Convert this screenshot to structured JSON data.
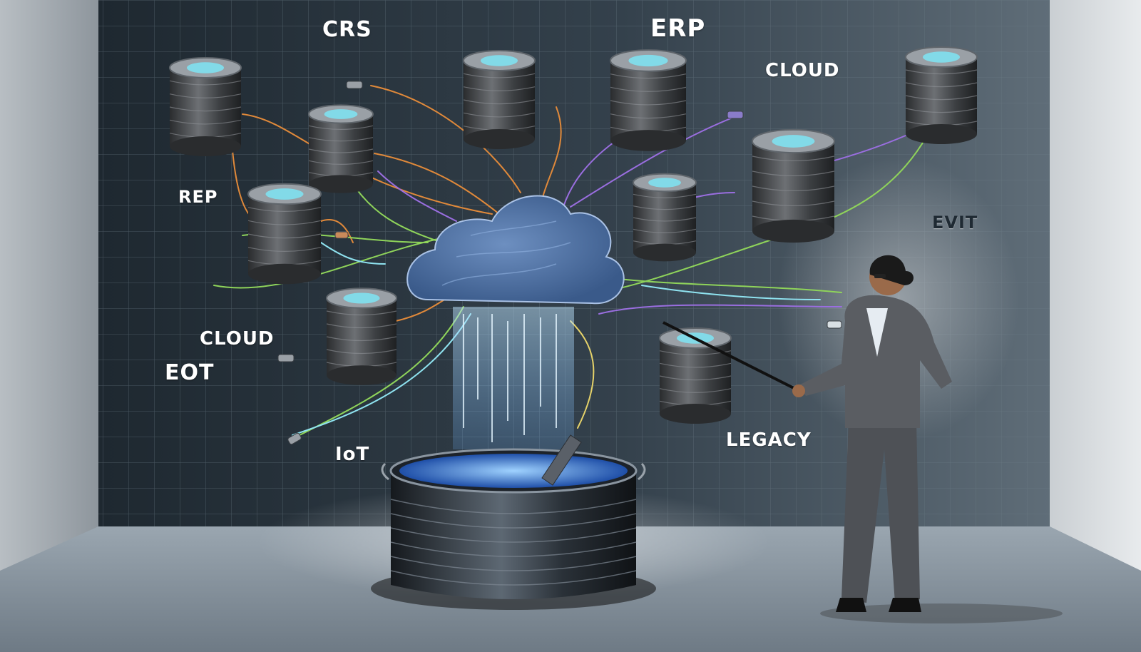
{
  "labels": {
    "crs": "CRS",
    "erp": "ERP",
    "cloud_top": "CLOUD",
    "rep": "REP",
    "evit": "EVIT",
    "cloud_left": "CLOUD",
    "eot": "EOT",
    "iot": "IoT",
    "legacy": "LEGACY"
  },
  "colors": {
    "wall": "#2b3640",
    "grid": "#5b6a76",
    "floor": "#8e9aa5",
    "cloud": "#4f74a6",
    "cable_orange": "#e0893a",
    "cable_green": "#8fd45a",
    "cable_purple": "#9a6ee0",
    "cable_cyan": "#8fe3f0",
    "server_cap": "#7fe0f0",
    "suit": "#55585c"
  },
  "icons": {
    "data_source": "server-drum-icon",
    "hub": "cloud-icon",
    "sink": "data-lake-tank-icon",
    "person": "presenter-figure-icon"
  }
}
